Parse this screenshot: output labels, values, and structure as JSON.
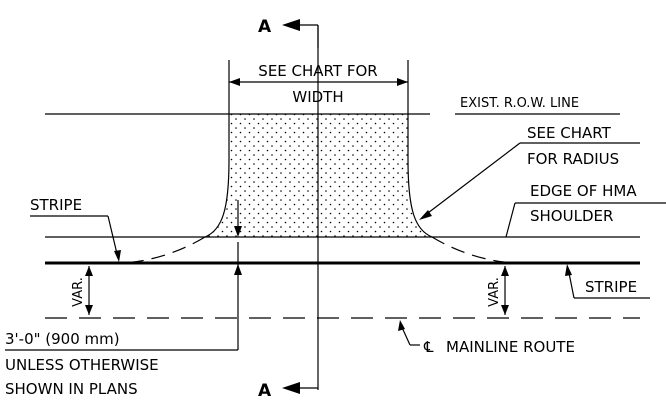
{
  "section_marker": "A",
  "width_label_line1": "SEE CHART FOR",
  "width_label_line2": "WIDTH",
  "row_line_label": "EXIST. R.O.W. LINE",
  "radius_label_line1": "SEE CHART",
  "radius_label_line2": "FOR RADIUS",
  "edge_label_line1": "EDGE OF HMA",
  "edge_label_line2": "SHOULDER",
  "stripe_left_label": "STRIPE",
  "stripe_right_label": "STRIPE",
  "var_label_left": "VAR.",
  "var_label_right": "VAR.",
  "offset_label_line1": "3'-0\" (900 mm)",
  "offset_label_line2": "UNLESS OTHERWISE",
  "offset_label_line3": "SHOWN IN PLANS",
  "centerline_label": "MAINLINE ROUTE",
  "centerline_symbol": "℄"
}
